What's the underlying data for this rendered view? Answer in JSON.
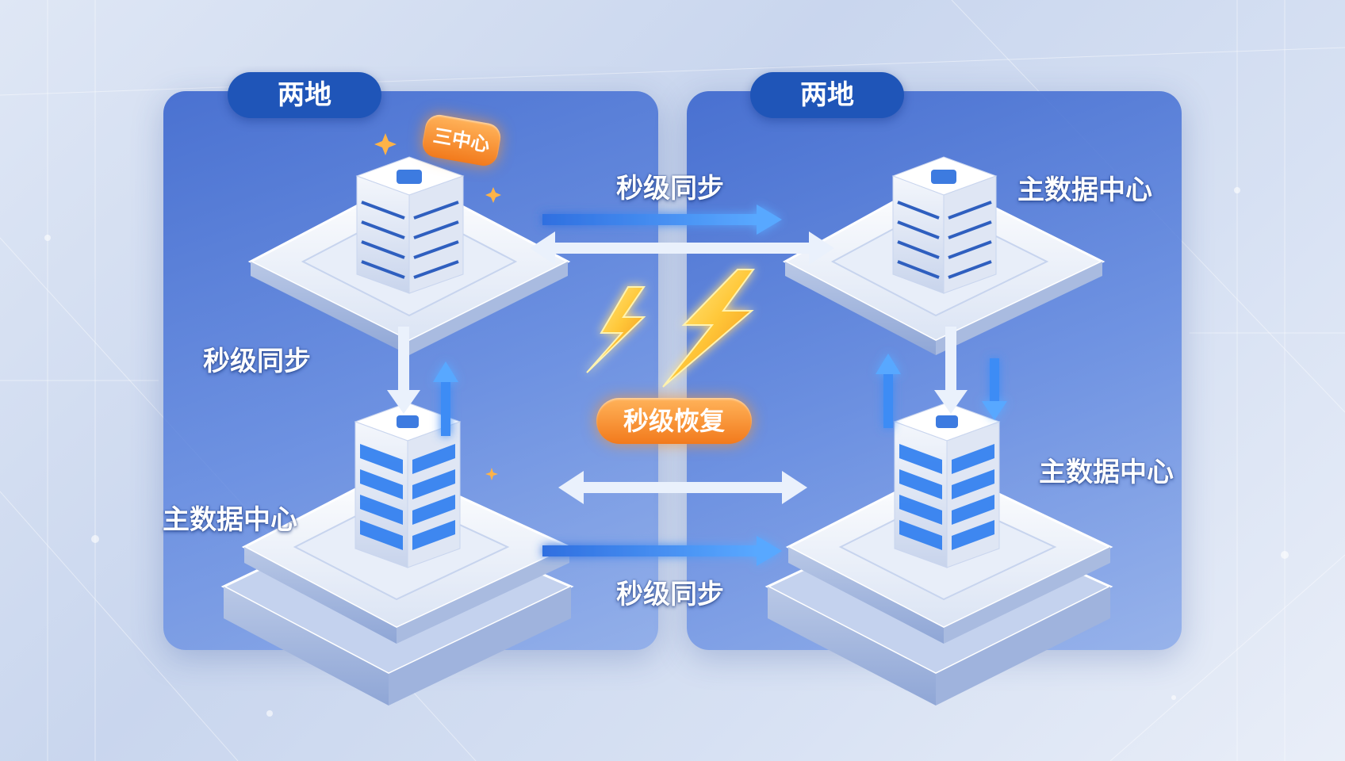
{
  "regions": {
    "left_title": "两地",
    "right_title": "两地"
  },
  "badge": {
    "three_center": "三中心"
  },
  "sync": {
    "top": "秒级同步",
    "left_vertical": "秒级同步",
    "bottom": "秒级同步"
  },
  "recovery": {
    "label": "秒级恢复"
  },
  "centers": {
    "left_bottom": "主数据中心",
    "right_top": "主数据中心",
    "right_bottom": "主数据中心"
  },
  "icons": {
    "bolt": "lightning-bolt-icon",
    "arrow": "arrow-icon",
    "server": "server-rack-icon",
    "sparkle": "sparkle-icon"
  },
  "colors": {
    "panel_blue": "#3e68ce",
    "tag_blue": "#1f55b8",
    "accent_orange": "#f27a1c",
    "bolt_yellow": "#ffc83a",
    "arrow_blue": "#3d8cf5"
  }
}
